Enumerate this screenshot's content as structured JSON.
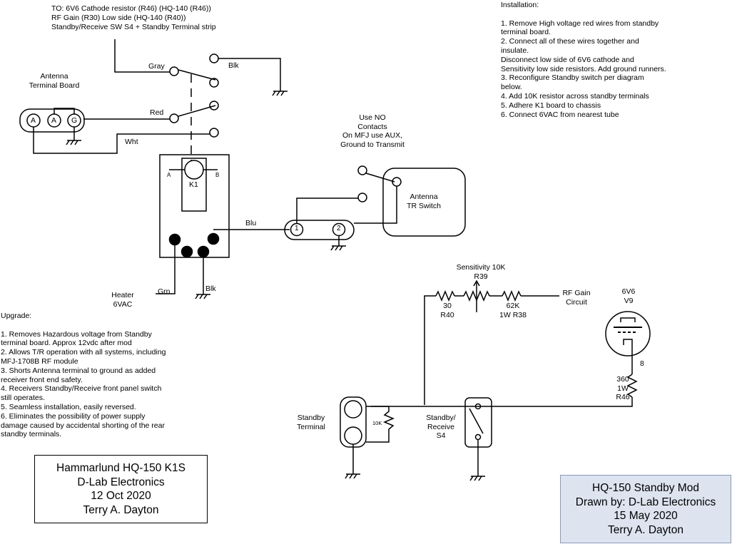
{
  "header_note": {
    "lines": [
      "TO: 6V6 Cathode resistor (R46) (HQ-140 (R46))",
      "RF Gain (R30) Low side (HQ-140 (R40))",
      "Standby/Receive SW S4 + Standby Terminal strip"
    ]
  },
  "installation": {
    "title": "Installation:",
    "lines": [
      "1. Remove High voltage red wires from standby",
      "terminal board.",
      "2. Connect all of these wires together and",
      "insulate.",
      "Disconnect low side of 6V6 cathode and",
      "Sensitivity low side resistors. Add ground runners.",
      "3. Reconfigure Standby switch per diagram",
      "below.",
      "4. Add 10K resistor across standby terminals",
      "5. Adhere K1 board to chassis",
      "6. Connect 6VAC from nearest tube"
    ]
  },
  "upgrade": {
    "title": "Upgrade:",
    "lines": [
      "1. Removes Hazardous voltage from Standby",
      "terminal board. Approx 12vdc after mod",
      "2. Allows T/R operation with all systems, including",
      "MFJ-1708B RF module",
      "3. Shorts Antenna terminal to ground as added",
      "receiver front end safety.",
      "4. Receivers Standby/Receive front panel switch",
      "still operates.",
      "5. Seamless installation, easily reversed.",
      "6. Eliminates the possibility of power supply",
      "damage caused by accidental shorting of the rear",
      "standby terminals."
    ]
  },
  "labels": {
    "antenna_board": [
      "Antenna",
      "Terminal Board"
    ],
    "term_a1": "A",
    "term_a2": "A",
    "term_g": "G",
    "gray": "Gray",
    "blk_top": "Blk",
    "red": "Red",
    "wht": "Wht",
    "k1": "K1",
    "k1_a": "A",
    "k1_b": "B",
    "blu": "Blu",
    "grn": "Grn",
    "blk_bottom": "Blk",
    "heater": [
      "Heater",
      "6VAC"
    ],
    "use_no": [
      "Use NO",
      "Contacts",
      "On MFJ use AUX,",
      "Ground to Transmit"
    ],
    "antenna_tr": [
      "Antenna",
      "TR Switch"
    ],
    "pin1": "1",
    "pin2": "2",
    "sensitivity": [
      "Sensitivity 10K",
      "R39"
    ],
    "r40": [
      "30",
      "R40"
    ],
    "r38": [
      "62K",
      "1W R38"
    ],
    "rf_gain": [
      "RF Gain",
      "Circuit"
    ],
    "tube": [
      "6V6",
      "V9"
    ],
    "tube_pin": "8",
    "r46": [
      "360",
      "1W",
      "R46"
    ],
    "standby_terminal": [
      "Standby",
      "Terminal"
    ],
    "r10k": "10K",
    "s4": [
      "Standby/",
      "Receive",
      "S4"
    ]
  },
  "title_block_left": [
    "Hammarlund HQ-150 K1S",
    "D-Lab Electronics",
    "12 Oct 2020",
    "Terry A. Dayton"
  ],
  "title_block_right": [
    "HQ-150 Standby Mod",
    "Drawn by: D-Lab Electronics",
    "15 May 2020",
    "Terry A. Dayton"
  ],
  "colors": {
    "ink": "#000000",
    "title_block_fill": "#dde4f0",
    "title_block_border": "#8a9ab8"
  }
}
